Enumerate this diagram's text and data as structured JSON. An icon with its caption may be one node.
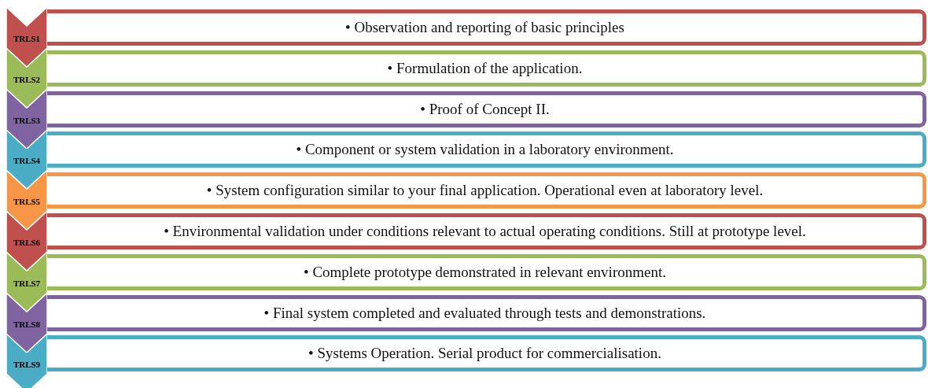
{
  "diagram": {
    "nodes": [
      {
        "text": [
          "TRLS1",
          "• Observation and reporting of basic principles"
        ]
      },
      {
        "text": [
          "TRLS2",
          "• Formulation of the application."
        ]
      },
      {
        "text": [
          "TRLS3",
          "• Proof of Concept II."
        ]
      },
      {
        "text": [
          "TRLS4",
          "• Component or system validation in a laboratory environment."
        ]
      },
      {
        "text": [
          "TRLS5",
          "• System configuration similar to your final application. Operational even at laboratory level."
        ]
      },
      {
        "text": [
          "TRLS6",
          "• Environmental validation under conditions relevant to actual operating conditions. Still at prototype level."
        ]
      },
      {
        "text": [
          "TRLS7",
          "• Complete prototype demonstrated in relevant environment."
        ]
      },
      {
        "text": [
          "TRLS8",
          "• Final system completed and evaluated through tests and demonstrations."
        ]
      },
      {
        "text": [
          "TRLS9",
          "• Systems Operation. Serial product for commercialisation."
        ]
      }
    ]
  }
}
